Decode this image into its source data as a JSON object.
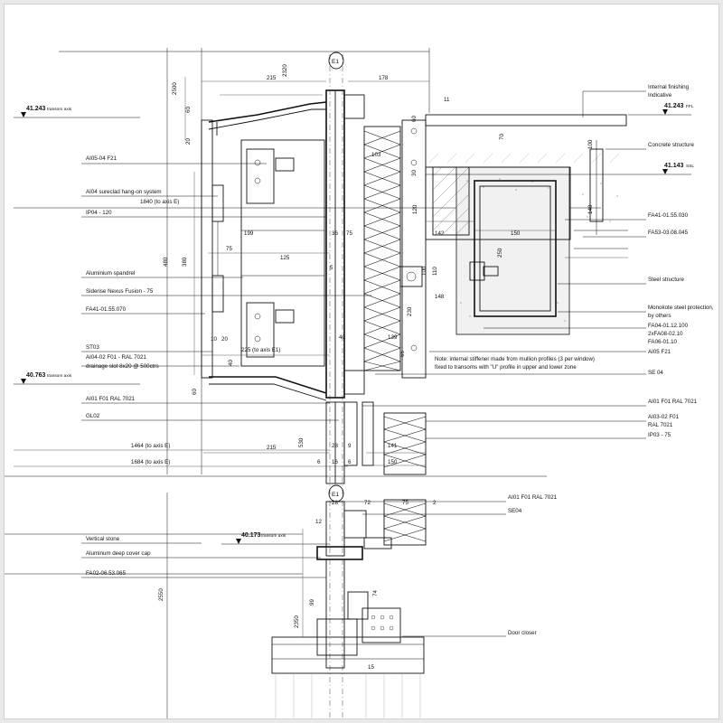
{
  "levels": [
    {
      "value": "41.243",
      "suffix": "transom axis"
    },
    {
      "value": "40.763",
      "suffix": "transom axis"
    },
    {
      "value": "40.173",
      "suffix": "transom axis"
    },
    {
      "value": "41.243",
      "suffix": "FFL"
    },
    {
      "value": "41.143",
      "suffix": "SSL"
    }
  ],
  "axis_markers": [
    "E1",
    "E1"
  ],
  "left_labels": [
    "AI05-04 F21",
    "AI04 sureclad hang-on system",
    "1840 (to axis E)",
    "IP04 - 120",
    "Aluminium spandrel",
    "Siderise Nexus Fusion - 75",
    "FA41-01.55.070",
    "ST03",
    "AI04-02 F01 - RAL 7021",
    "drainage slot 8x20 @ 500ctrs",
    "AI01 F01 RAL 7021",
    "GL02",
    "1464 (to axis E)",
    "1684 (to axis E)",
    "Vertical stone",
    "Aluminum deep cover cap",
    "FA02-06.53.065"
  ],
  "right_labels": [
    "Internal finishing",
    "Indicative",
    "Concrete structure",
    "FA41-01.55.030",
    "FA53-03.08.045",
    "Steel structure",
    "Monokote steel protection,",
    "by others",
    "FA04-01.12.100",
    "2xFA08-02.10",
    "FA06-01.10",
    "AI05 F21",
    "SE 04",
    "AI01 F01 RAL 7021",
    "AI03-02 F01",
    "RAL 7021",
    "IP03 - 75",
    "AI01 F01 RAL 7021",
    "SE04",
    "Door closer"
  ],
  "note": [
    "Note: internal stiffener made from mullion profiles (3 per window)",
    "fixed to transoms with \"U\" profile in upper and lower zone"
  ],
  "dimensions": {
    "d2500": "2500",
    "d2320": "2320",
    "d215": "215",
    "d178": "178",
    "d11": "11",
    "d60": "60",
    "d20": "20",
    "d70": "70",
    "d100": "100",
    "d103": "103",
    "d30": "30",
    "d120": "120",
    "d140": "140",
    "d199": "199",
    "d36": "36",
    "d75": "75",
    "d142": "142",
    "d150": "150",
    "d250": "250",
    "d125": "125",
    "d480": "480",
    "d380": "380",
    "d5": "5",
    "d110": "110",
    "d148": "148",
    "d230": "230",
    "d40": "40",
    "d139": "139",
    "d65": "65",
    "d10": "10",
    "d225": "225 (to axis E1)",
    "d530": "530",
    "d28": "28",
    "d9": "9",
    "d141": "141",
    "d6": "6",
    "d16": "16",
    "d72": "72",
    "d2": "2",
    "d12": "12",
    "d2550": "2550",
    "d2350": "2350",
    "d99": "99",
    "d74": "74",
    "d15": "15"
  }
}
